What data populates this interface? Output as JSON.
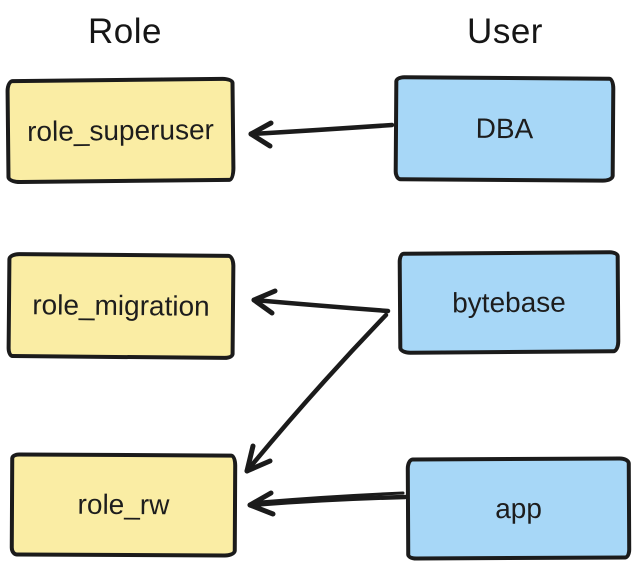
{
  "diagram": {
    "columns": [
      {
        "id": "role",
        "header": "Role"
      },
      {
        "id": "user",
        "header": "User"
      }
    ],
    "role_nodes": [
      {
        "id": "role_superuser",
        "label": "role_superuser"
      },
      {
        "id": "role_migration",
        "label": "role_migration"
      },
      {
        "id": "role_rw",
        "label": "role_rw"
      }
    ],
    "user_nodes": [
      {
        "id": "dba",
        "label": "DBA"
      },
      {
        "id": "bytebase",
        "label": "bytebase"
      },
      {
        "id": "app",
        "label": "app"
      }
    ],
    "edges": [
      {
        "from": "DBA",
        "to": "role_superuser"
      },
      {
        "from": "bytebase",
        "to": "role_migration"
      },
      {
        "from": "bytebase",
        "to": "role_rw"
      },
      {
        "from": "app",
        "to": "role_rw"
      }
    ],
    "colors": {
      "role_fill": "#FAEDA4",
      "user_fill": "#A7D7F7",
      "stroke": "#1B1B1B",
      "background": "#FFFFFF"
    }
  }
}
